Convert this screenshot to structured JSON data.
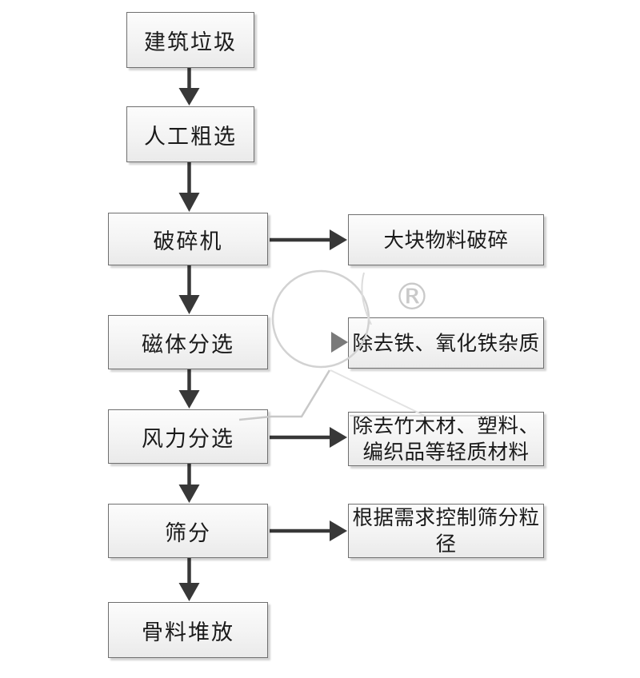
{
  "flowchart": {
    "rows": [
      {
        "step": "建筑垃圾"
      },
      {
        "step": "人工粗选"
      },
      {
        "step": "破碎机",
        "annotation": "大块物料破碎"
      },
      {
        "step": "磁体分选",
        "annotation": "除去铁、氧化铁杂质"
      },
      {
        "step": "风力分选",
        "annotation": "除去竹木材、塑料、编织品等轻质材料"
      },
      {
        "step": "筛分",
        "annotation": "根据需求控制筛分粒径"
      },
      {
        "step": "骨料堆放"
      }
    ]
  },
  "watermark": {
    "registered_symbol": "®"
  },
  "colors": {
    "arrow": "#383838",
    "arrow_faded": "#7a7a7a",
    "box_border": "#6f6f6f",
    "box_fill_top": "#fcfcfc",
    "box_fill_bottom": "#eaeaea",
    "text": "#1a1a1a",
    "watermark": "#d2d2d2",
    "background": "#ffffff"
  }
}
